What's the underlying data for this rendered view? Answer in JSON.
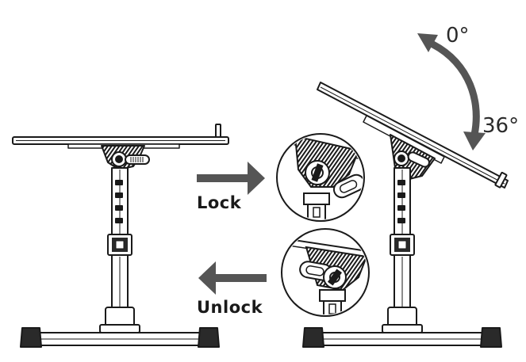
{
  "labels": {
    "lock": "Lock",
    "unlock": "Unlock",
    "angle_min": "0°",
    "angle_max": "36°"
  },
  "colors": {
    "line": "#1a1a1a",
    "arrow": "#555555",
    "fill_dark": "#2a2a2a",
    "fill_light": "#ffffff"
  }
}
